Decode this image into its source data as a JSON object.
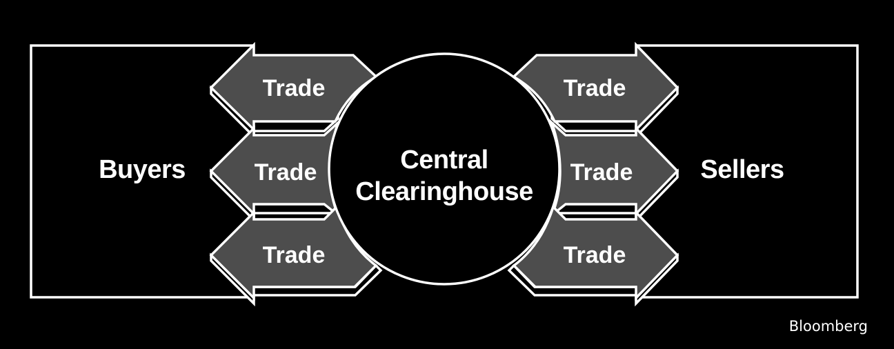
{
  "diagram": {
    "colors": {
      "background": "#000000",
      "stroke": "#ffffff",
      "arrow_fill": "#4d4d4d",
      "text": "#ffffff"
    },
    "left_box": {
      "label": "Buyers"
    },
    "right_box": {
      "label": "Sellers"
    },
    "center": {
      "line1": "Central",
      "line2": "Clearinghouse",
      "shape": "circle"
    },
    "left_arrows": [
      {
        "label": "Trade",
        "direction": "left"
      },
      {
        "label": "Trade",
        "direction": "left"
      },
      {
        "label": "Trade",
        "direction": "left"
      }
    ],
    "right_arrows": [
      {
        "label": "Trade",
        "direction": "right"
      },
      {
        "label": "Trade",
        "direction": "right"
      },
      {
        "label": "Trade",
        "direction": "right"
      }
    ],
    "credit": "Bloomberg"
  }
}
